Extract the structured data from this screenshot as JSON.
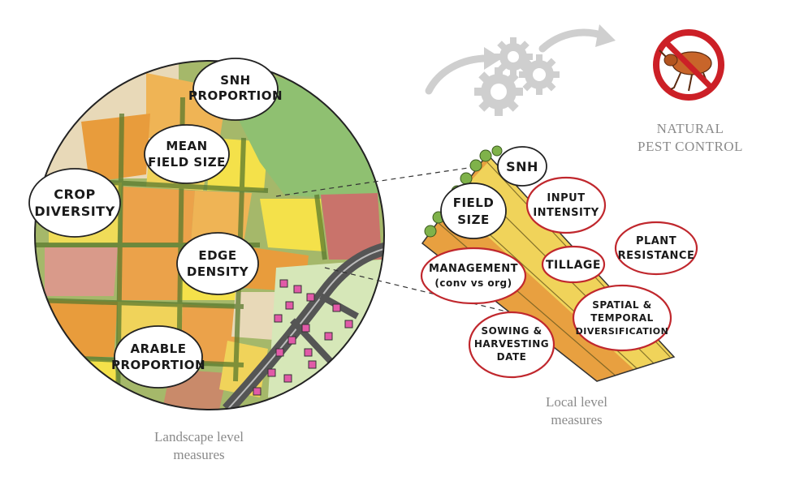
{
  "landscape": {
    "caption_line1": "Landscape level",
    "caption_line2": "measures",
    "bubbles": [
      {
        "id": "snh-proportion",
        "lines": [
          "SNH",
          "PROPORTION"
        ]
      },
      {
        "id": "mean-field-size",
        "lines": [
          "MEAN",
          "FIELD SIZE"
        ]
      },
      {
        "id": "crop-diversity",
        "lines": [
          "CROP",
          "DIVERSITY"
        ]
      },
      {
        "id": "edge-density",
        "lines": [
          "EDGE",
          "DENSITY"
        ]
      },
      {
        "id": "arable-proportion",
        "lines": [
          "ARABLE",
          "PROPORTION"
        ]
      }
    ]
  },
  "local": {
    "caption_line1": "Local level",
    "caption_line2": "measures",
    "bubbles": [
      {
        "id": "snh",
        "lines": [
          "SNH"
        ],
        "outline": "black"
      },
      {
        "id": "field-size",
        "lines": [
          "FIELD",
          "SIZE"
        ],
        "outline": "black"
      },
      {
        "id": "input-intensity",
        "lines": [
          "INPUT",
          "INTENSITY"
        ],
        "outline": "red"
      },
      {
        "id": "plant-resistance",
        "lines": [
          "PLANT",
          "RESISTANCE"
        ],
        "outline": "red"
      },
      {
        "id": "management",
        "lines": [
          "MANAGEMENT",
          "(conv vs org)"
        ],
        "outline": "red"
      },
      {
        "id": "tillage",
        "lines": [
          "TILLAGE"
        ],
        "outline": "red"
      },
      {
        "id": "spatial-temporal",
        "lines": [
          "SPATIAL &",
          "TEMPORAL",
          "DIVERSIFICATION"
        ],
        "outline": "red"
      },
      {
        "id": "sowing-harvesting",
        "lines": [
          "SOWING &",
          "HARVESTING",
          "DATE"
        ],
        "outline": "red"
      }
    ]
  },
  "outcome": {
    "label_line1": "NATURAL",
    "label_line2": "PEST CONTROL",
    "icon": "no-pest-icon"
  },
  "colors": {
    "outline_red": "#c0272d",
    "caption_gray": "#8a8a8a",
    "gear_gray": "#cfcfcf"
  }
}
